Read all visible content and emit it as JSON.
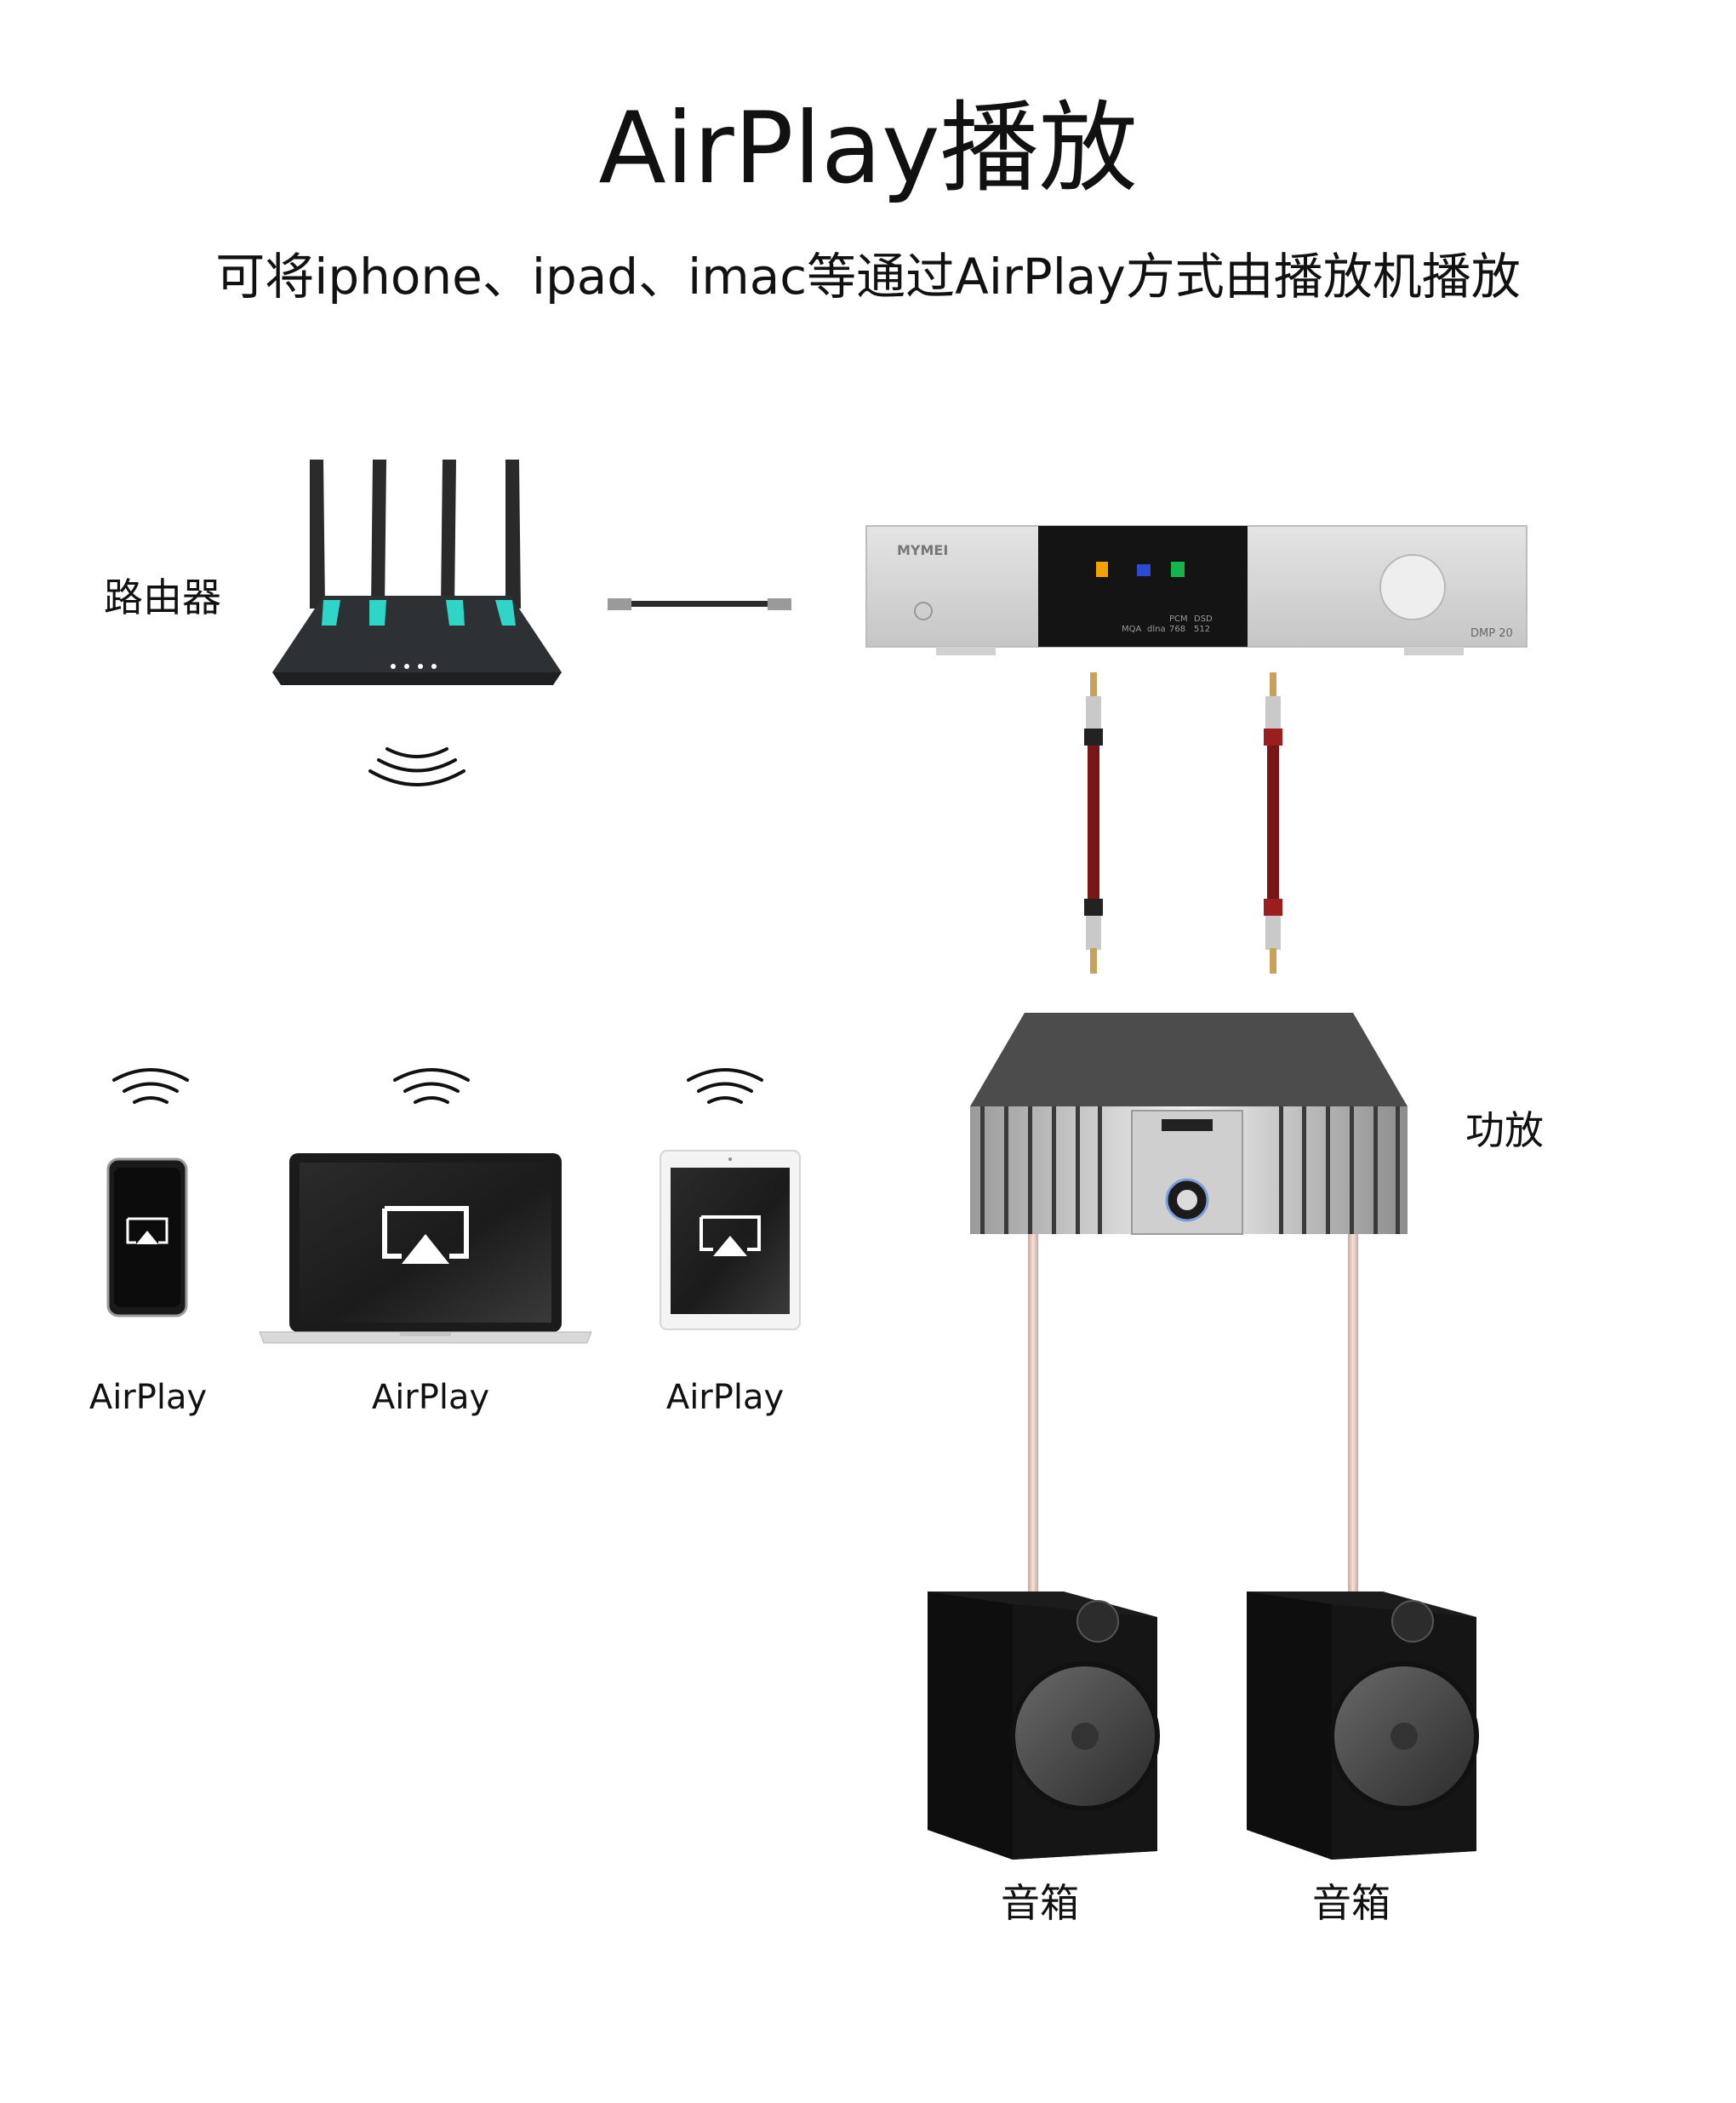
{
  "title": "AirPlay播放",
  "subtitle": "可将iphone、ipad、imac等通过AirPlay方式由播放机播放",
  "labels": {
    "router": "路由器",
    "amp": "功放",
    "speaker_left": "音箱",
    "speaker_right": "音箱",
    "phone": "AirPlay",
    "laptop": "AirPlay",
    "tablet": "AirPlay"
  },
  "player": {
    "brand": "MYMEI",
    "model": "DMP 20",
    "display_marks": [
      "PCM",
      "768",
      "DSD",
      "512",
      "dlna",
      "MQA"
    ]
  },
  "icons": {
    "router": "router-icon",
    "player": "network-player-icon",
    "amp": "amplifier-icon",
    "speaker": "speaker-icon",
    "phone": "iphone-icon",
    "laptop": "laptop-icon",
    "tablet": "ipad-icon",
    "airplay": "airplay-icon",
    "wifi": "wifi-waves-icon",
    "ethernet": "ethernet-cable-icon",
    "rca": "rca-cable-icon",
    "speaker_wire": "speaker-wire-icon"
  },
  "colors": {
    "text": "#111111",
    "device_dark": "#1c1c1c",
    "silver": "#d2d2d2",
    "cable_red": "#7a1515",
    "wire": "#d9b7a8"
  }
}
